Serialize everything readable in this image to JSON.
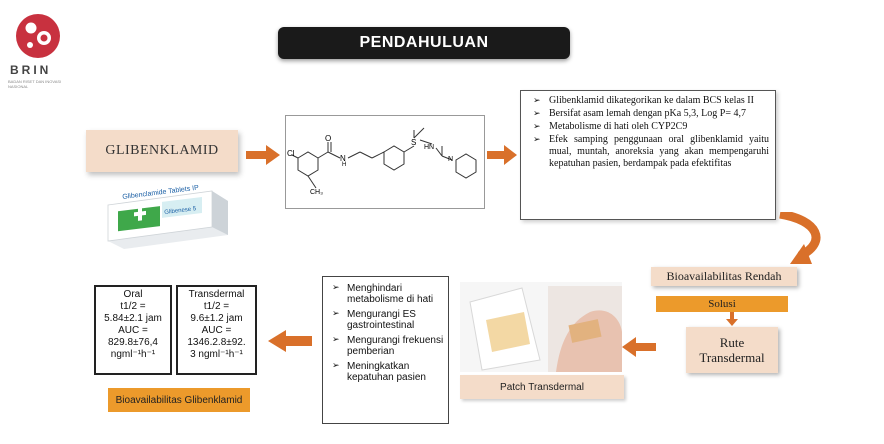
{
  "logo": {
    "wordmark": "BRIN",
    "subtitle": "BADAN RISET DAN INOVASI NASIONAL"
  },
  "title": "PENDAHULUAN",
  "drug_label": "GLIBENKLAMID",
  "package": {
    "name": "Glibenclamide Tablets IP",
    "brand": "Glibenese 5"
  },
  "structure": {
    "cl": "Cl",
    "o": "O",
    "n": "N",
    "h": "H",
    "s": "S",
    "nh": "HN",
    "hn": "N",
    "ch3": "CH₃"
  },
  "properties": [
    "Glibenklamid dikategorikan ke dalam BCS kelas II",
    "Bersifat asam lemah dengan pKa 5,3,  Log P= 4,7",
    "Metabolisme di hati oleh CYP2C9",
    "Efek samping penggunaan oral glibenklamid yaitu mual, muntah, anoreksia yang akan mempengaruhi kepatuhan pasien, berdampak pada efektifitas"
  ],
  "bioavailability_low": "Bioavailabilitas Rendah",
  "solution": "Solusi",
  "route": {
    "line1": "Rute",
    "line2": "Transdermal"
  },
  "patch_label": "Patch Transdermal",
  "benefits": [
    "Menghindari metabolisme di hati",
    "Mengurangi ES gastrointestinal",
    "Mengurangi frekuensi pemberian",
    "Meningkatkan kepatuhan pasien"
  ],
  "pk_oral": {
    "route": "Oral",
    "t_half_label": "t1/2 =",
    "t_half_value": "5.84±2.1 jam",
    "auc_label": "AUC =",
    "auc_value_1": "829.8±76,4",
    "auc_value_2": "ngml⁻¹h⁻¹"
  },
  "pk_transdermal": {
    "route": "Transdermal",
    "t_half_label": "t1/2 =",
    "t_half_value": "9.6±1.2 jam",
    "auc_label": "AUC =",
    "auc_value_1": "1346.2.8±92.",
    "auc_value_2": "3  ngml⁻¹h⁻¹"
  },
  "bioavailability_result": "Bioavailabilitas Glibenklamid",
  "colors": {
    "peach": "#f4dcc9",
    "orange": "#ec9a2b",
    "arrow": "#d9702a",
    "title_bg": "#1a1a1a",
    "logo_red": "#c8313f"
  }
}
